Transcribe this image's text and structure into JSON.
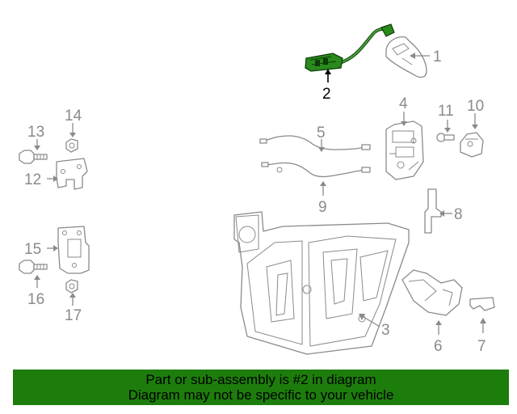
{
  "callouts": [
    "1",
    "2",
    "3",
    "4",
    "5",
    "6",
    "7",
    "8",
    "9",
    "10",
    "11",
    "12",
    "13",
    "14",
    "15",
    "16",
    "17"
  ],
  "highlighted_part": "2",
  "colors": {
    "highlight": "#1d7d0c",
    "part_stroke": "#8a8a8a",
    "banner_bg": "#1d7d0c",
    "label_highlight": "#000000"
  },
  "banner": {
    "line1": "Part or sub-assembly is #2 in diagram",
    "line2": "Diagram may not be specific to your vehicle"
  }
}
